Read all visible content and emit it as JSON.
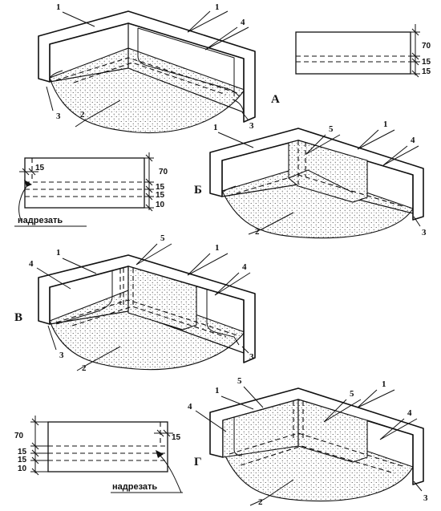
{
  "variants": {
    "a": "А",
    "b": "Б",
    "v": "В",
    "g": "Г"
  },
  "numbers": {
    "n1": "1",
    "n2": "2",
    "n3": "3",
    "n4": "4",
    "n5": "5"
  },
  "dims": {
    "d70": "70",
    "d15": "15",
    "d10": "10"
  },
  "note": "надрезать"
}
